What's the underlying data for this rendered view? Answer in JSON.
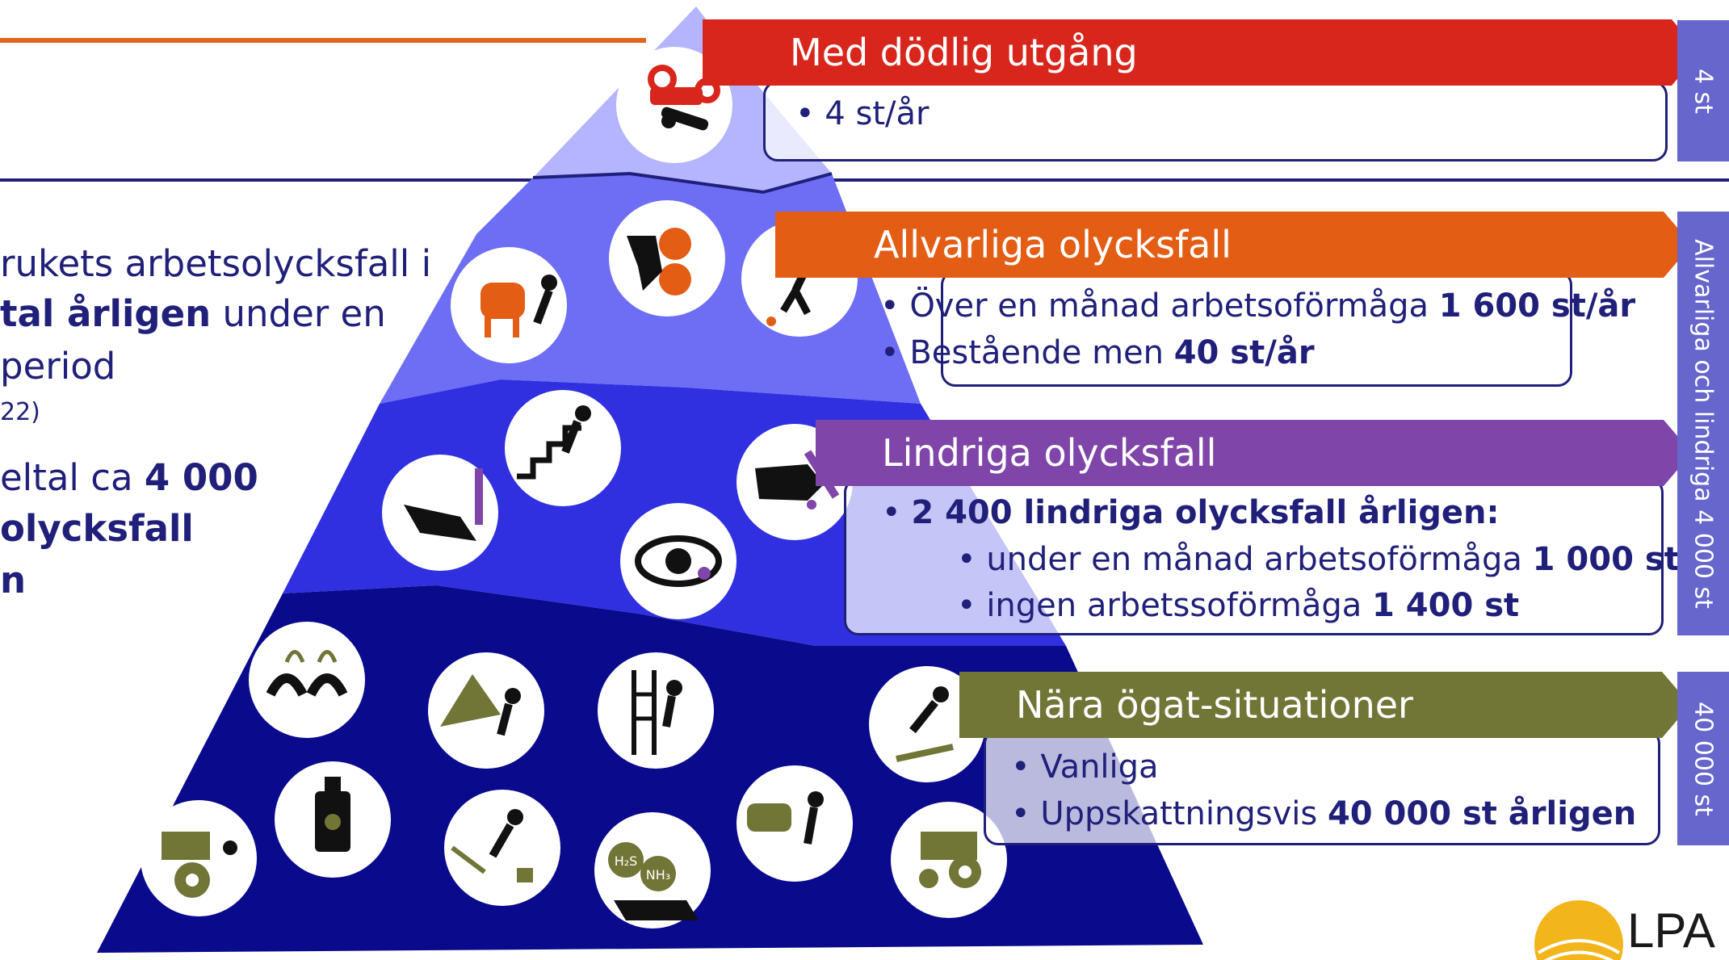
{
  "left_text": {
    "line1": "rukets arbetsolycksfall i",
    "line2_bold": "tal årligen",
    "line2_rest": " under en",
    "line3": "period",
    "line4": "22)",
    "line5_pre": "eltal ca ",
    "line5_bold": "4 000",
    "line6": "olycksfall",
    "line7": "n"
  },
  "levels": [
    {
      "title": "Med dödlig utgång",
      "color": "#d9261c",
      "bullets": [
        {
          "text": "4 st/år",
          "value": ""
        }
      ]
    },
    {
      "title": "Allvarliga olycksfall",
      "color": "#e35d14",
      "bullets": [
        {
          "text": "Över en månad arbetsoförmåga ",
          "value": "1 600 st/år"
        },
        {
          "text": "Bestående men ",
          "value": "40 st/år"
        }
      ]
    },
    {
      "title": "Lindriga olycksfall",
      "color": "#7f45a8",
      "bullets": [
        {
          "text": "",
          "value": "2 400 lindriga olycksfall årligen:"
        },
        {
          "text": "under en månad arbetsoförmåga ",
          "value": "1 000 st"
        },
        {
          "text": "ingen arbetssoförmåga ",
          "value": "1 400 st"
        }
      ]
    },
    {
      "title": "Nära ögat-situationer",
      "color": "#717536",
      "bullets": [
        {
          "text": "Vanliga",
          "value": ""
        },
        {
          "text": "Uppskattningsvis ",
          "value": "40 000 st årligen"
        }
      ]
    }
  ],
  "side_labels": [
    "4 st",
    "Allvarliga och lindriga 4 000 st",
    "40 000 st"
  ],
  "bullet_char": "•",
  "icons": [
    "tractor-rollover-icon",
    "bull-attack-icon",
    "saw-blade-hand-icon",
    "fall-injury-icon",
    "stairs-fall-icon",
    "knife-hand-cut-icon",
    "hand-cut-icon",
    "eye-injury-icon",
    "dust-breathing-icon",
    "tree-felling-icon",
    "ladder-fall-icon",
    "slip-fall-icon",
    "tractor-icon",
    "poison-bottle-icon",
    "pitchfork-trip-icon",
    "manure-gas-icon",
    "cow-kick-icon",
    "tractor-driver-icon"
  ],
  "chem_labels": {
    "h2s": "H₂S",
    "nh3": "NH₃"
  },
  "logo": "LPA",
  "colors": {
    "tier1": "#b4b4ff",
    "tier2": "#6e6ef5",
    "tier3": "#3030e0",
    "tier4": "#0a0a8c",
    "olive": "#717536",
    "navy": "#20207a"
  }
}
